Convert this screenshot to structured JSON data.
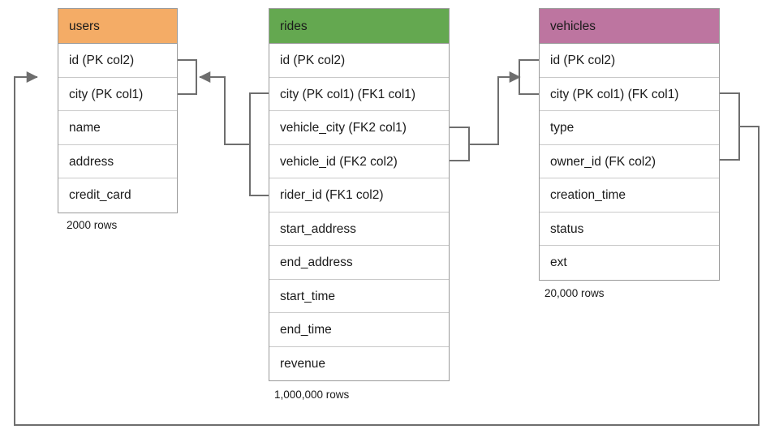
{
  "diagram": {
    "title": "database-schema-erd",
    "background": "#ffffff",
    "line_color": "#6e6e6e"
  },
  "tables": [
    {
      "id": "users",
      "name": "users",
      "header_color": "#f4ac66",
      "row_count_label": "2000 rows",
      "columns": [
        {
          "label": "id (PK col2)"
        },
        {
          "label": "city (PK col1)"
        },
        {
          "label": "name"
        },
        {
          "label": "address"
        },
        {
          "label": "credit_card"
        }
      ]
    },
    {
      "id": "rides",
      "name": "rides",
      "header_color": "#64a850",
      "row_count_label": "1,000,000 rows",
      "columns": [
        {
          "label": "id (PK col2)"
        },
        {
          "label": "city (PK col1) (FK1 col1)"
        },
        {
          "label": "vehicle_city (FK2 col1)"
        },
        {
          "label": "vehicle_id (FK2 col2)"
        },
        {
          "label": "rider_id (FK1 col2)"
        },
        {
          "label": "start_address"
        },
        {
          "label": "end_address"
        },
        {
          "label": "start_time"
        },
        {
          "label": "end_time"
        },
        {
          "label": "revenue"
        }
      ]
    },
    {
      "id": "vehicles",
      "name": "vehicles",
      "header_color": "#bd75a0",
      "row_count_label": "20,000 rows",
      "columns": [
        {
          "label": "id (PK col2)"
        },
        {
          "label": "city (PK col1) (FK col1)"
        },
        {
          "label": "type"
        },
        {
          "label": "owner_id (FK col2)"
        },
        {
          "label": "creation_time"
        },
        {
          "label": "status"
        },
        {
          "label": "ext"
        }
      ]
    }
  ],
  "relationships": [
    {
      "id": "fk1-rides-to-users",
      "from_table": "rides",
      "from_columns": [
        "city (PK col1) (FK1 col1)",
        "rider_id (FK1 col2)"
      ],
      "to_table": "users",
      "to_columns": [
        "id (PK col2)",
        "city (PK col1)"
      ]
    },
    {
      "id": "fk2-rides-to-vehicles",
      "from_table": "rides",
      "from_columns": [
        "vehicle_city (FK2 col1)",
        "vehicle_id (FK2 col2)"
      ],
      "to_table": "vehicles",
      "to_columns": [
        "id (PK col2)",
        "city (PK col1) (FK col1)"
      ]
    },
    {
      "id": "fk-vehicles-to-users",
      "from_table": "vehicles",
      "from_columns": [
        "city (PK col1) (FK col1)",
        "owner_id (FK col2)"
      ],
      "to_table": "users",
      "to_columns": [
        "id (PK col2)",
        "city (PK col1)"
      ]
    }
  ]
}
